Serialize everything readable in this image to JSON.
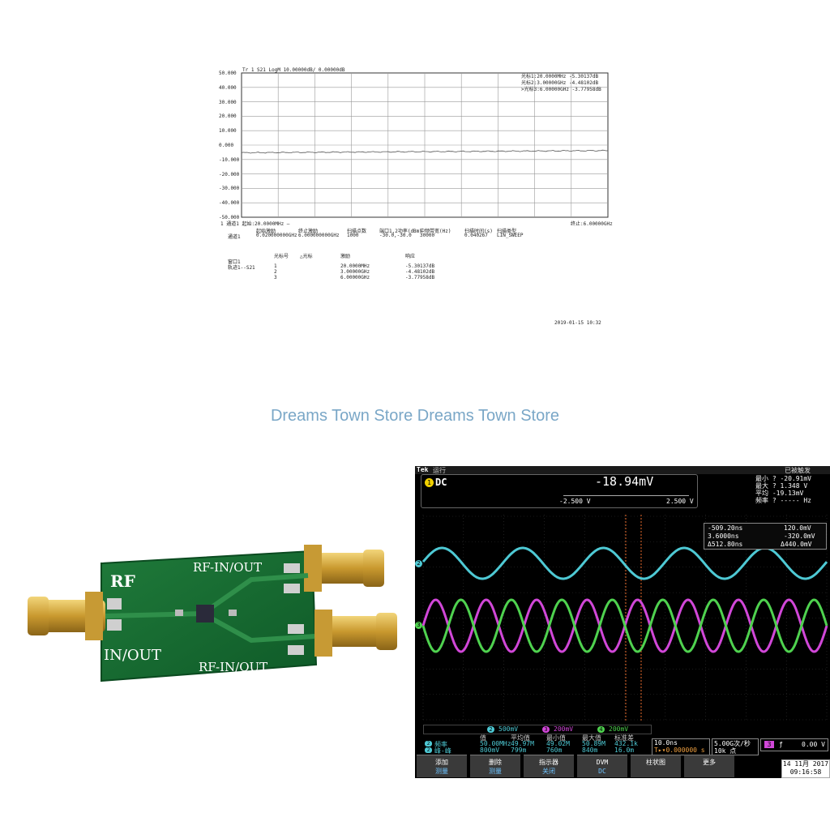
{
  "vna": {
    "header": "Tr 1  S21 LogM 10.00000dB/ 0.00000dB",
    "y_ticks": [
      "50.000",
      "40.000",
      "30.000",
      "20.000",
      "10.000",
      "0.000",
      "-10.000",
      "-20.000",
      "-30.000",
      "-40.000",
      "-50.000"
    ],
    "markers": [
      "光标1:20.0000MHz -5.30137dB",
      "光标2:3.00000GHz -4.48102dB",
      ">光标3:6.00000GHz -3.77958dB"
    ],
    "footer_start": "1  通道1   起始:20.0000MHz  —",
    "footer_stop": "终止:6.00000GHz",
    "sweep_headers": [
      "起始激励",
      "终止激励",
      "扫描点数",
      "端口1,2功率(dBm)",
      "中频带宽(Hz)",
      "扫描时间(s)",
      "扫描类型"
    ],
    "sweep_channel": "通道1",
    "sweep_values": [
      "0.020000000GHz",
      "6.000000000GHz",
      "1000",
      "-30.0,-30.0",
      "30000",
      "0.040267",
      "LIN_SWEEP"
    ],
    "window_label": "窗口1",
    "trace_label": "轨迹1--S21",
    "marker_table_headers": [
      "光标号",
      "△光标",
      "激励",
      "响应"
    ],
    "marker_rows": [
      [
        "1",
        "",
        "20.0000MHz",
        "-5.30137dB"
      ],
      [
        "2",
        "",
        "3.00000GHz",
        "-4.48102dB"
      ],
      [
        "3",
        "",
        "6.00000GHz",
        "-3.77958dB"
      ]
    ],
    "timestamp": "2019-01-15 10:32"
  },
  "watermark": "Dreams Town Store Dreams Town Store",
  "board": {
    "label_rf": "RF",
    "label_in_out": "IN/OUT",
    "label_top": "RF-IN/OUT",
    "label_bottom": "RF-IN/OUT"
  },
  "scope": {
    "brand": "Tek",
    "run_state": "运行",
    "trig_status": "已被触发",
    "channel_badge": "1",
    "coupling": "DC",
    "dvm_value": "-18.94mV",
    "scale_left": "-2.500 V",
    "scale_right": "2.500 V",
    "stats": [
      {
        "label": "最小",
        "value": "? -20.91mV"
      },
      {
        "label": "最大",
        "value": "? 1.348 V"
      },
      {
        "label": "平均",
        "value": "-19.13mV"
      },
      {
        "label": "频率",
        "value": "? ----- Hz"
      }
    ],
    "cursor_box": {
      "a_time": "-509.20ns",
      "a_val": "120.0mV",
      "b_time": "3.6000ns",
      "b_val": "-320.0mV",
      "delta_time": "Δ512.80ns",
      "delta_val": "Δ440.0mV"
    },
    "ch_scales": [
      {
        "ch": "2",
        "scale": "500mV",
        "color": "#4ec9d4"
      },
      {
        "ch": "3",
        "scale": "200mV",
        "color": "#d147d8"
      },
      {
        "ch": "4",
        "scale": "200mV",
        "color": "#4fd24f"
      }
    ],
    "meas_headers": [
      "值",
      "平均值",
      "最小值",
      "最大值",
      "标准差"
    ],
    "meas_rows": [
      {
        "ch": "2",
        "name": "频率",
        "values": [
          "50.00MHz",
          "49.97M",
          "49.02M",
          "50.89M",
          "432.1k"
        ]
      },
      {
        "ch": "2",
        "name": "峰-峰",
        "values": [
          "800mV",
          "799m",
          "760m",
          "840m",
          "16.0m"
        ]
      }
    ],
    "timebase": "10.0ns",
    "trigger_pos": "T▸▾0.000000 s",
    "sample_rate": "5.00G次/秒",
    "record_length": "10k 点",
    "trig_channel": "3",
    "trig_level": "0.00 V",
    "buttons": [
      {
        "line1": "添加",
        "line2": "测量"
      },
      {
        "line1": "删除",
        "line2": "测量"
      },
      {
        "line1": "指示器",
        "line2": "关闭"
      },
      {
        "line1": "DVM",
        "line2": "DC"
      },
      {
        "line1": "柱状图",
        "line2": ""
      },
      {
        "line1": "更多",
        "line2": ""
      }
    ],
    "date": "14 11月 2017",
    "time": "09:16:58",
    "colors": {
      "ch1": "#f0d000",
      "ch2": "#4ec9d4",
      "ch3": "#d147d8",
      "ch4": "#4fd24f",
      "cursor": "#e86a2a"
    },
    "waveforms": {
      "ch2": {
        "cycles": 5.0,
        "phase": 0.1
      },
      "ch3": {
        "cycles": 8.0,
        "phase": 0.0
      },
      "ch4": {
        "cycles": 8.0,
        "phase": 3.14159
      }
    }
  }
}
